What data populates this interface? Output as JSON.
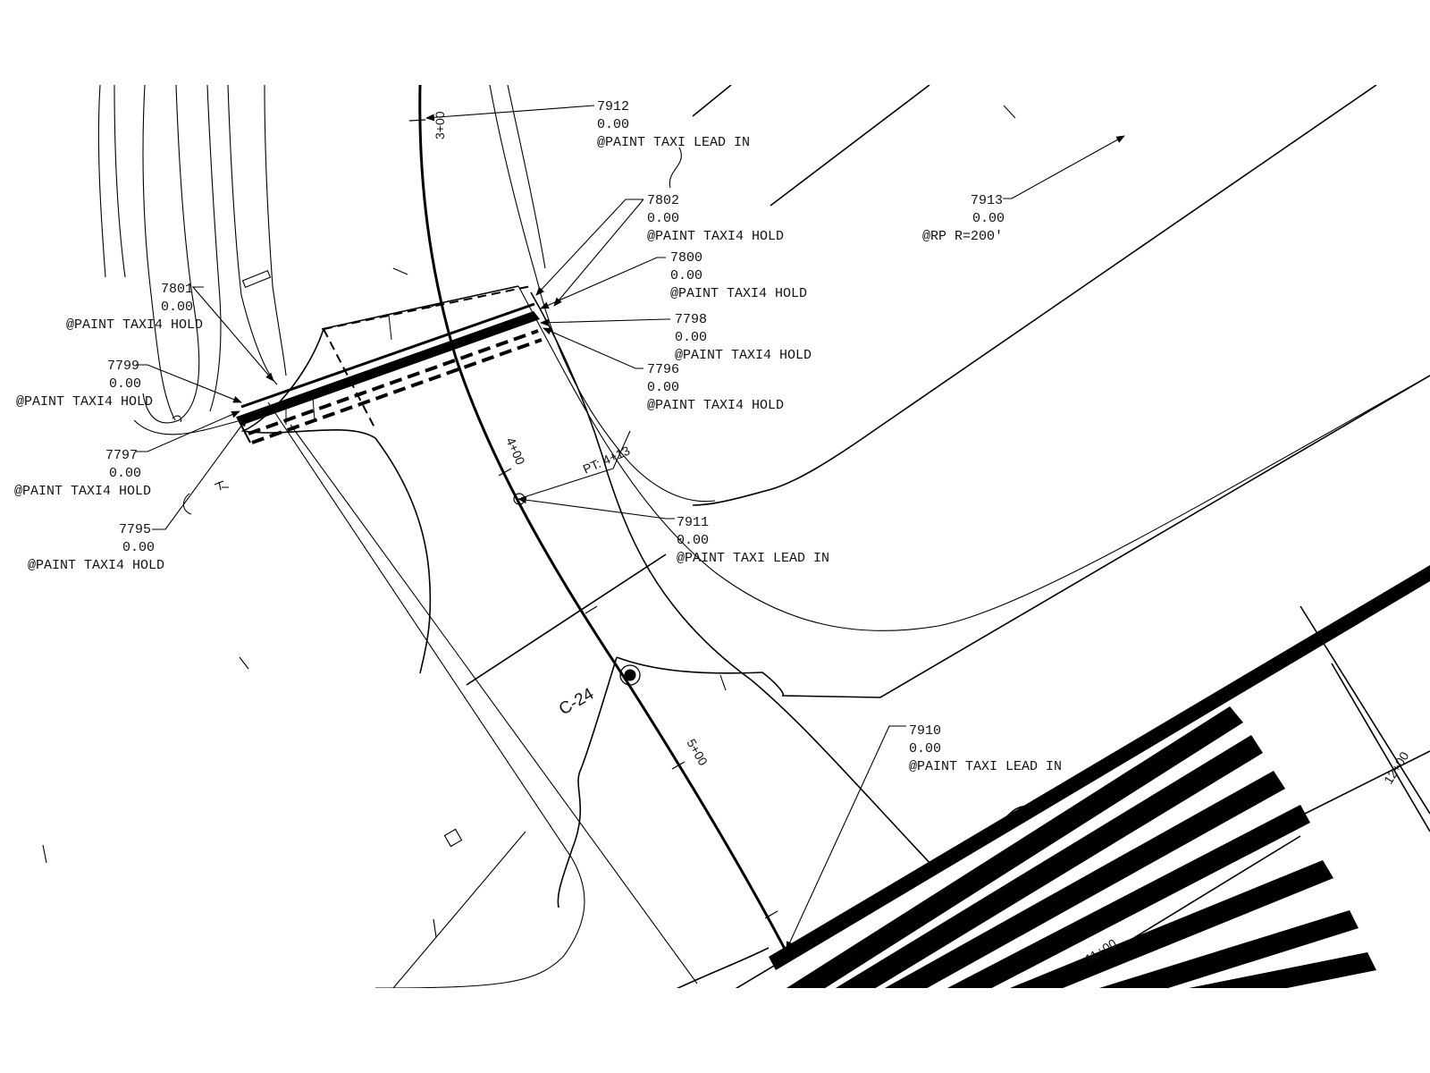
{
  "colors": {
    "background": "#ffffff",
    "linework": "#000000"
  },
  "callouts": [
    {
      "id": "7912",
      "number": "7912",
      "value": "0.00",
      "desc": "@PAINT TAXI LEAD IN"
    },
    {
      "id": "7802",
      "number": "7802",
      "value": "0.00",
      "desc": "@PAINT TAXI4 HOLD"
    },
    {
      "id": "7913",
      "number": "7913",
      "value": "0.00",
      "desc": "@RP R=200'"
    },
    {
      "id": "7800",
      "number": "7800",
      "value": "0.00",
      "desc": "@PAINT TAXI4 HOLD"
    },
    {
      "id": "7801",
      "number": "7801",
      "value": "0.00",
      "desc": "@PAINT TAXI4 HOLD"
    },
    {
      "id": "7798",
      "number": "7798",
      "value": "0.00",
      "desc": "@PAINT TAXI4 HOLD"
    },
    {
      "id": "7799",
      "number": "7799",
      "value": "0.00",
      "desc": "@PAINT TAXI4 HOLD"
    },
    {
      "id": "7796",
      "number": "7796",
      "value": "0.00",
      "desc": "@PAINT TAXI4 HOLD"
    },
    {
      "id": "7797",
      "number": "7797",
      "value": "0.00",
      "desc": "@PAINT TAXI4 HOLD"
    },
    {
      "id": "7795",
      "number": "7795",
      "value": "0.00",
      "desc": "@PAINT TAXI4 HOLD"
    },
    {
      "id": "7911",
      "number": "7911",
      "value": "0.00",
      "desc": "@PAINT TAXI LEAD IN"
    },
    {
      "id": "7910",
      "number": "7910",
      "value": "0.00",
      "desc": "@PAINT TAXI LEAD IN"
    }
  ],
  "stations": {
    "s300": "3+00",
    "s400": "4+00",
    "s500": "5+00",
    "s1100": "11+00",
    "s1200": "12+00",
    "pt": "PT: 4+13"
  },
  "curve_label": "C-24"
}
